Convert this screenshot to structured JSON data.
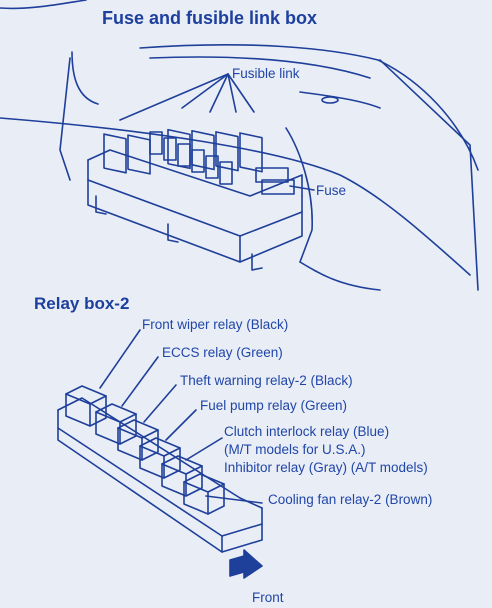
{
  "fuse_box": {
    "title": "Fuse and fusible link box",
    "labels": {
      "fusible_link": "Fusible link",
      "fuse": "Fuse"
    }
  },
  "relay_box": {
    "title": "Relay box-2",
    "relays": [
      {
        "label": "Front wiper relay (Black)"
      },
      {
        "label": "ECCS relay (Green)"
      },
      {
        "label": "Theft warning relay-2 (Black)"
      },
      {
        "label": "Fuel pump relay (Green)"
      },
      {
        "label": "Clutch interlock relay (Blue)"
      },
      {
        "label": "(M/T models for U.S.A.)"
      },
      {
        "label": "Inhibitor relay (Gray) (A/T models)"
      },
      {
        "label": "Cooling fan relay-2 (Brown)"
      }
    ],
    "front_label": "Front"
  },
  "colors": {
    "ink": "#1e3f9a",
    "background": "#e9edf6"
  }
}
